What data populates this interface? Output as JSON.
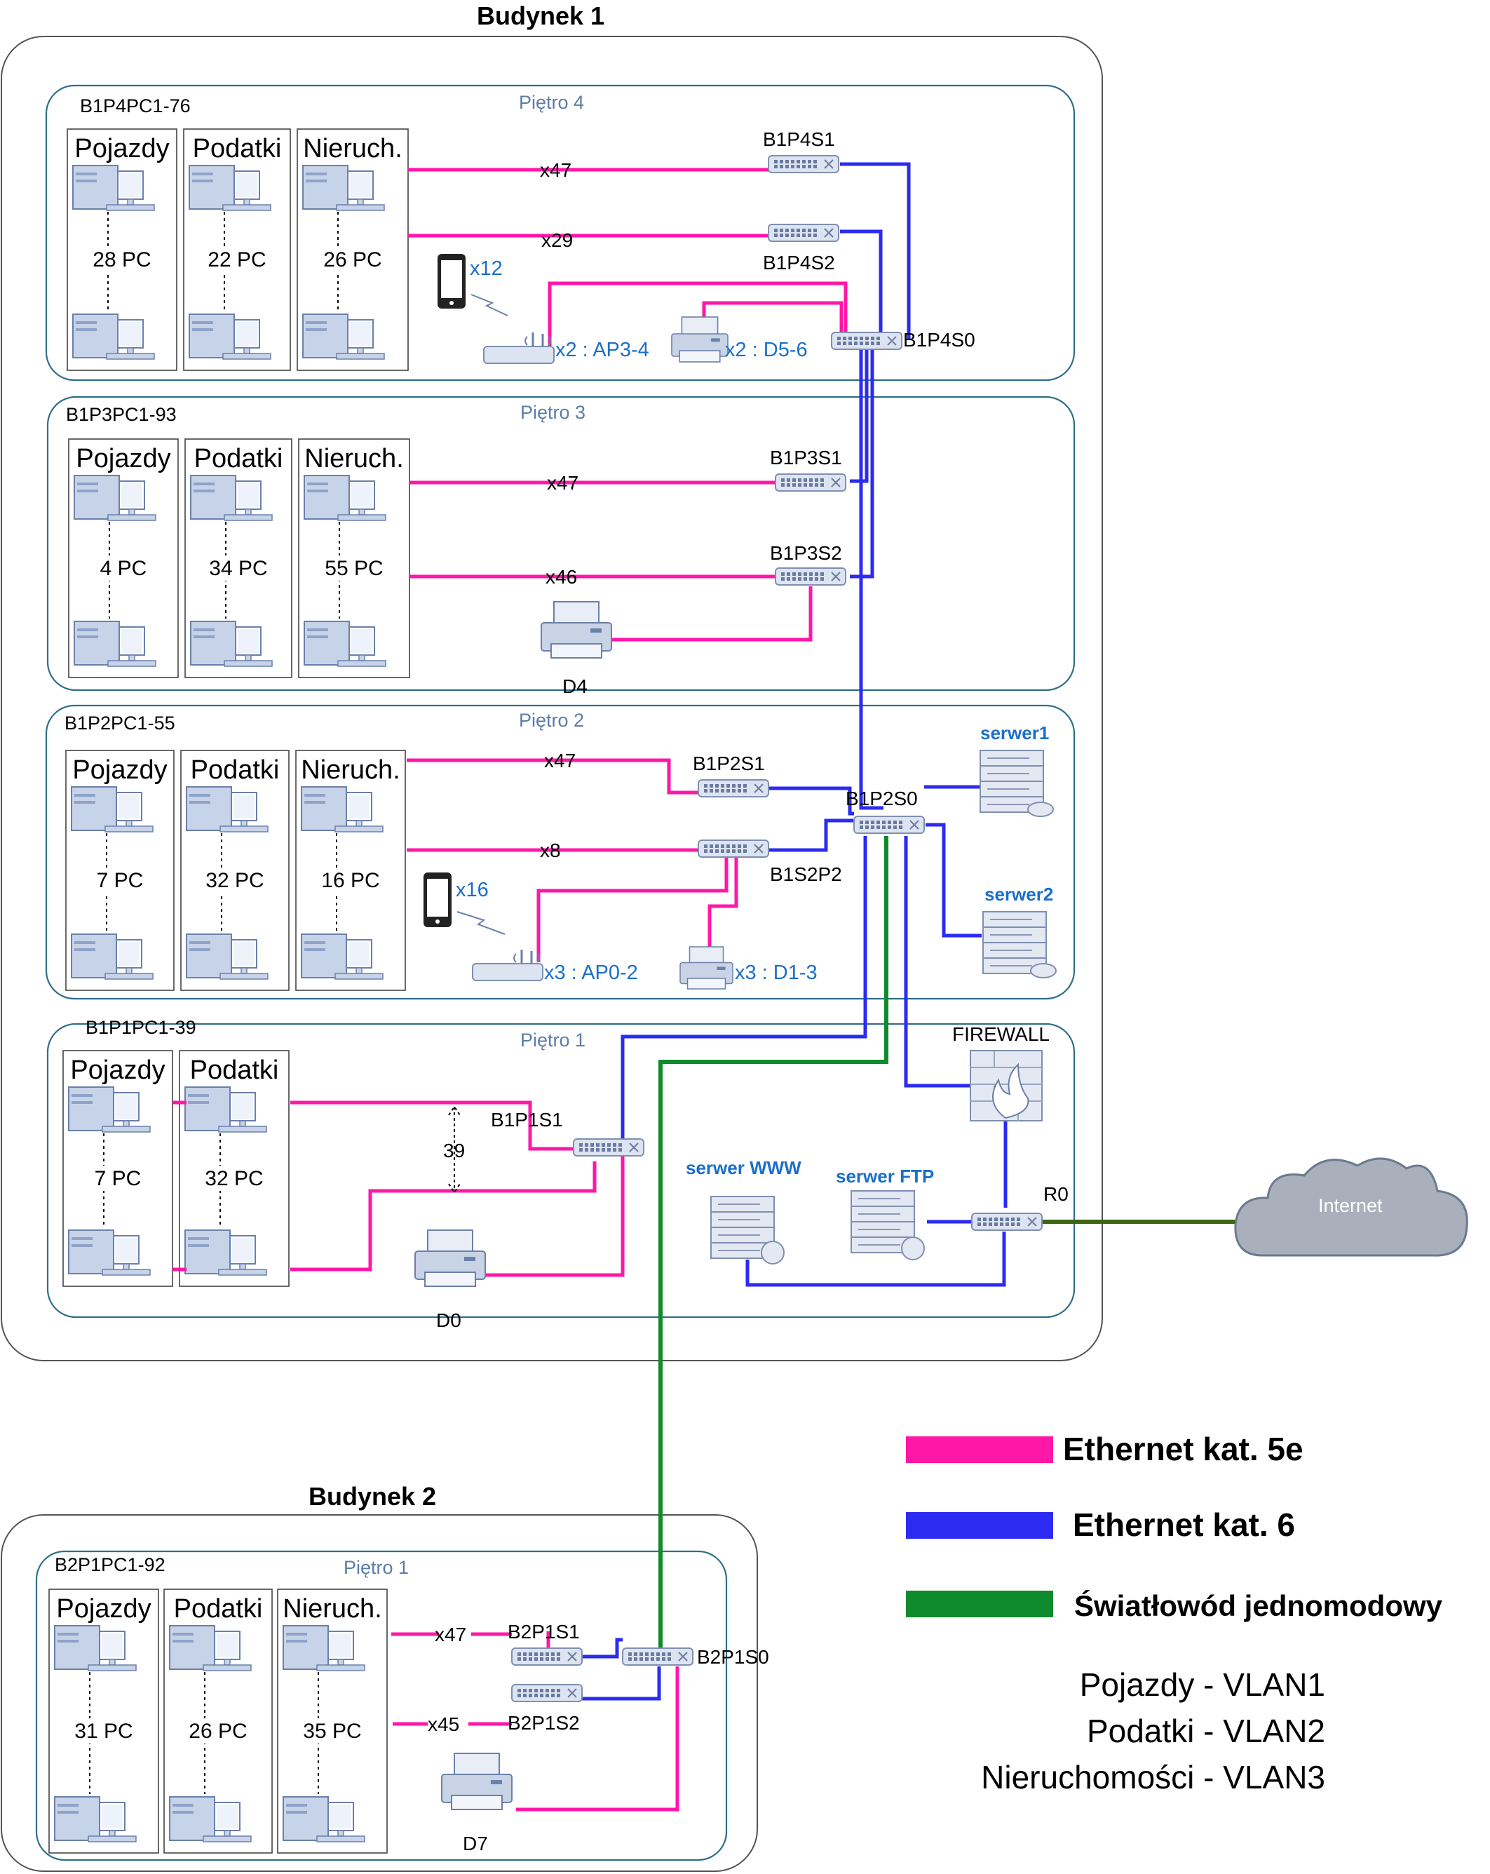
{
  "buildings": [
    {
      "title": "Budynek 1"
    },
    {
      "title": "Budynek 2"
    }
  ],
  "floors": [
    {
      "label": "Piętro 4",
      "code": "B1P4PC1-76",
      "depts": [
        {
          "name": "Pojazdy",
          "pcs": "28 PC"
        },
        {
          "name": "Podatki",
          "pcs": "22 PC"
        },
        {
          "name": "Nieruch.",
          "pcs": "26 PC"
        }
      ]
    },
    {
      "label": "Piętro 3",
      "code": "B1P3PC1-93",
      "depts": [
        {
          "name": "Pojazdy",
          "pcs": "4 PC"
        },
        {
          "name": "Podatki",
          "pcs": "34 PC"
        },
        {
          "name": "Nieruch.",
          "pcs": "55 PC"
        }
      ]
    },
    {
      "label": "Piętro 2",
      "code": "B1P2PC1-55",
      "depts": [
        {
          "name": "Pojazdy",
          "pcs": "7 PC"
        },
        {
          "name": "Podatki",
          "pcs": "32 PC"
        },
        {
          "name": "Nieruch.",
          "pcs": "16 PC"
        }
      ]
    },
    {
      "label": "Piętro 1",
      "code": "B1P1PC1-39",
      "depts": [
        {
          "name": "Pojazdy",
          "pcs": "7 PC"
        },
        {
          "name": "Podatki",
          "pcs": "32 PC"
        }
      ]
    },
    {
      "label": "Piętro 1",
      "code": "B2P1PC1-92",
      "depts": [
        {
          "name": "Pojazdy",
          "pcs": "31 PC"
        },
        {
          "name": "Podatki",
          "pcs": "26 PC"
        },
        {
          "name": "Nieruch.",
          "pcs": "35 PC"
        }
      ]
    }
  ],
  "switches": {
    "b1p4s1": "B1P4S1",
    "b1p4s2": "B1P4S2",
    "b1p4s0": "B1P4S0",
    "b1p3s1": "B1P3S1",
    "b1p3s2": "B1P3S2",
    "b1p2s1": "B1P2S1",
    "b1s2p2": "B1S2P2",
    "b1p2s0": "B1P2S0",
    "b1p1s1": "B1P1S1",
    "b2p1s1": "B2P1S1",
    "b2p1s2": "B2P1S2",
    "b2p1s0": "B2P1S0",
    "r0": "R0"
  },
  "links": {
    "f4_x47": "x47",
    "f4_x29": "x29",
    "f3_x47": "x47",
    "f3_x46": "x46",
    "f2_x47": "x47",
    "f2_x8": "x8",
    "f1_39": "39",
    "b2_x47": "x47",
    "b2_x45": "x45"
  },
  "wireless": {
    "f4_phones": "x12",
    "f4_ap": "x2 : AP3-4",
    "f4_printers": "x2 : D5-6",
    "f2_phones": "x16",
    "f2_ap": "x3 : AP0-2",
    "f2_printers": "x3 : D1-3"
  },
  "printers": {
    "d4": "D4",
    "d0": "D0",
    "d7": "D7"
  },
  "servers": {
    "serwer1": "serwer1",
    "serwer2": "serwer2",
    "www": "serwer WWW",
    "ftp": "serwer FTP",
    "firewall": "FIREWALL"
  },
  "internet": "Internet",
  "legend": [
    {
      "label": "Ethernet kat. 5e",
      "color": "#ff17a8"
    },
    {
      "label": "Ethernet kat. 6",
      "color": "#2b2bf2"
    },
    {
      "label": "Światłowód jednomodowy",
      "color": "#0f8a2c"
    }
  ],
  "vlans": [
    "Pojazdy - VLAN1",
    "Podatki - VLAN2",
    "Nieruchomości - VLAN3"
  ],
  "colors": {
    "cat5e": "#ff17a8",
    "cat6": "#2b2bf2",
    "fiber": "#0f8a2c",
    "uplink": "#3c6614",
    "device_blue": "#8aa0c8"
  }
}
